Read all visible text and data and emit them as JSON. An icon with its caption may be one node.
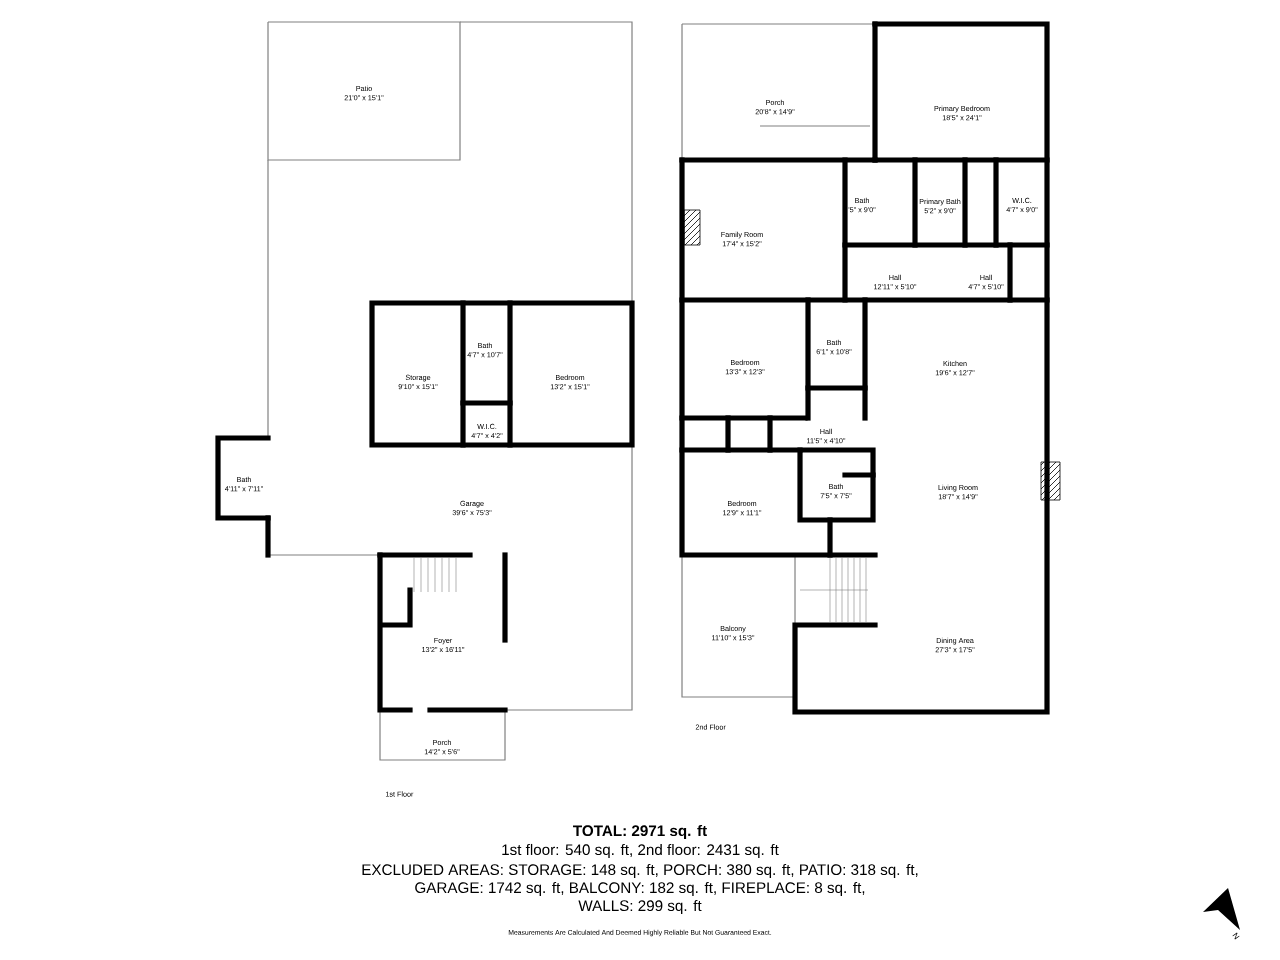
{
  "diagram": {
    "nodes": [
      {
        "text": [
          "Patio",
          "21'0\" x 15'1\""
        ]
      },
      {
        "text": [
          "Storage",
          "9'10\" x 15'1\""
        ]
      },
      {
        "text": [
          "Bath",
          "4'7\" x 10'7\""
        ]
      },
      {
        "text": [
          "Bedroom",
          "13'2\" x 15'1\""
        ]
      },
      {
        "text": [
          "W.I.C.",
          "4'7\" x 4'2\""
        ]
      },
      {
        "text": [
          "Bath",
          "4'11\" x 7'11\""
        ]
      },
      {
        "text": [
          "Garage",
          "39'6\" x 75'3\""
        ]
      },
      {
        "text": [
          "Foyer",
          "13'2\" x 16'11\""
        ]
      },
      {
        "text": [
          "Porch",
          "14'2\" x 5'6\""
        ]
      },
      {
        "text": [
          "Porch",
          "20'8\" x 14'9\""
        ]
      },
      {
        "text": [
          "Primary Bedroom",
          "18'5\" x 24'1\""
        ]
      },
      {
        "text": [
          "Bath",
          "'5\" x 9'0\""
        ]
      },
      {
        "text": [
          "Primary Bath",
          "5'2\" x 9'0\""
        ]
      },
      {
        "text": [
          "W.I.C.",
          "4'7\" x 9'0\""
        ]
      },
      {
        "text": [
          "Family Room",
          "17'4\" x 15'2\""
        ]
      },
      {
        "text": [
          "Hall",
          "12'11\" x 5'10\""
        ]
      },
      {
        "text": [
          "Hall",
          "4'7\" x 5'10\""
        ]
      },
      {
        "text": [
          "Bedroom",
          "13'3\" x 12'3\""
        ]
      },
      {
        "text": [
          "Bath",
          "6'1\" x 10'8\""
        ]
      },
      {
        "text": [
          "Kitchen",
          "19'6\" x 12'7\""
        ]
      },
      {
        "text": [
          "Hall",
          "11'5\" x 4'10\""
        ]
      },
      {
        "text": [
          "Bedroom",
          "12'9\" x 11'1\""
        ]
      },
      {
        "text": [
          "Bath",
          "7'5\" x 7'5\""
        ]
      },
      {
        "text": [
          "Living Room",
          "18'7\" x 14'9\""
        ]
      },
      {
        "text": [
          "Balcony",
          "11'10\" x 15'3\""
        ]
      },
      {
        "text": [
          "Dining Area",
          "27'3\" x 17'5\""
        ]
      }
    ],
    "labels": [
      "2nd Floor",
      "1st Floor",
      "TOTAL: 2971 sq. ft",
      "1st floor: 540 sq. ft, 2nd floor: 2431 sq. ft",
      "EXCLUDED AREAS: STORAGE: 148 sq. ft, PORCH: 380 sq. ft, PATIO: 318 sq. ft,",
      "GARAGE: 1742 sq. ft, BALCONY: 182 sq. ft, FIREPLACE: 8 sq. ft,",
      "WALLS: 299 sq. ft",
      "Measurements Are Calculated And Deemed Highly Reliable But Not Guaranteed Exact.",
      "N"
    ]
  }
}
